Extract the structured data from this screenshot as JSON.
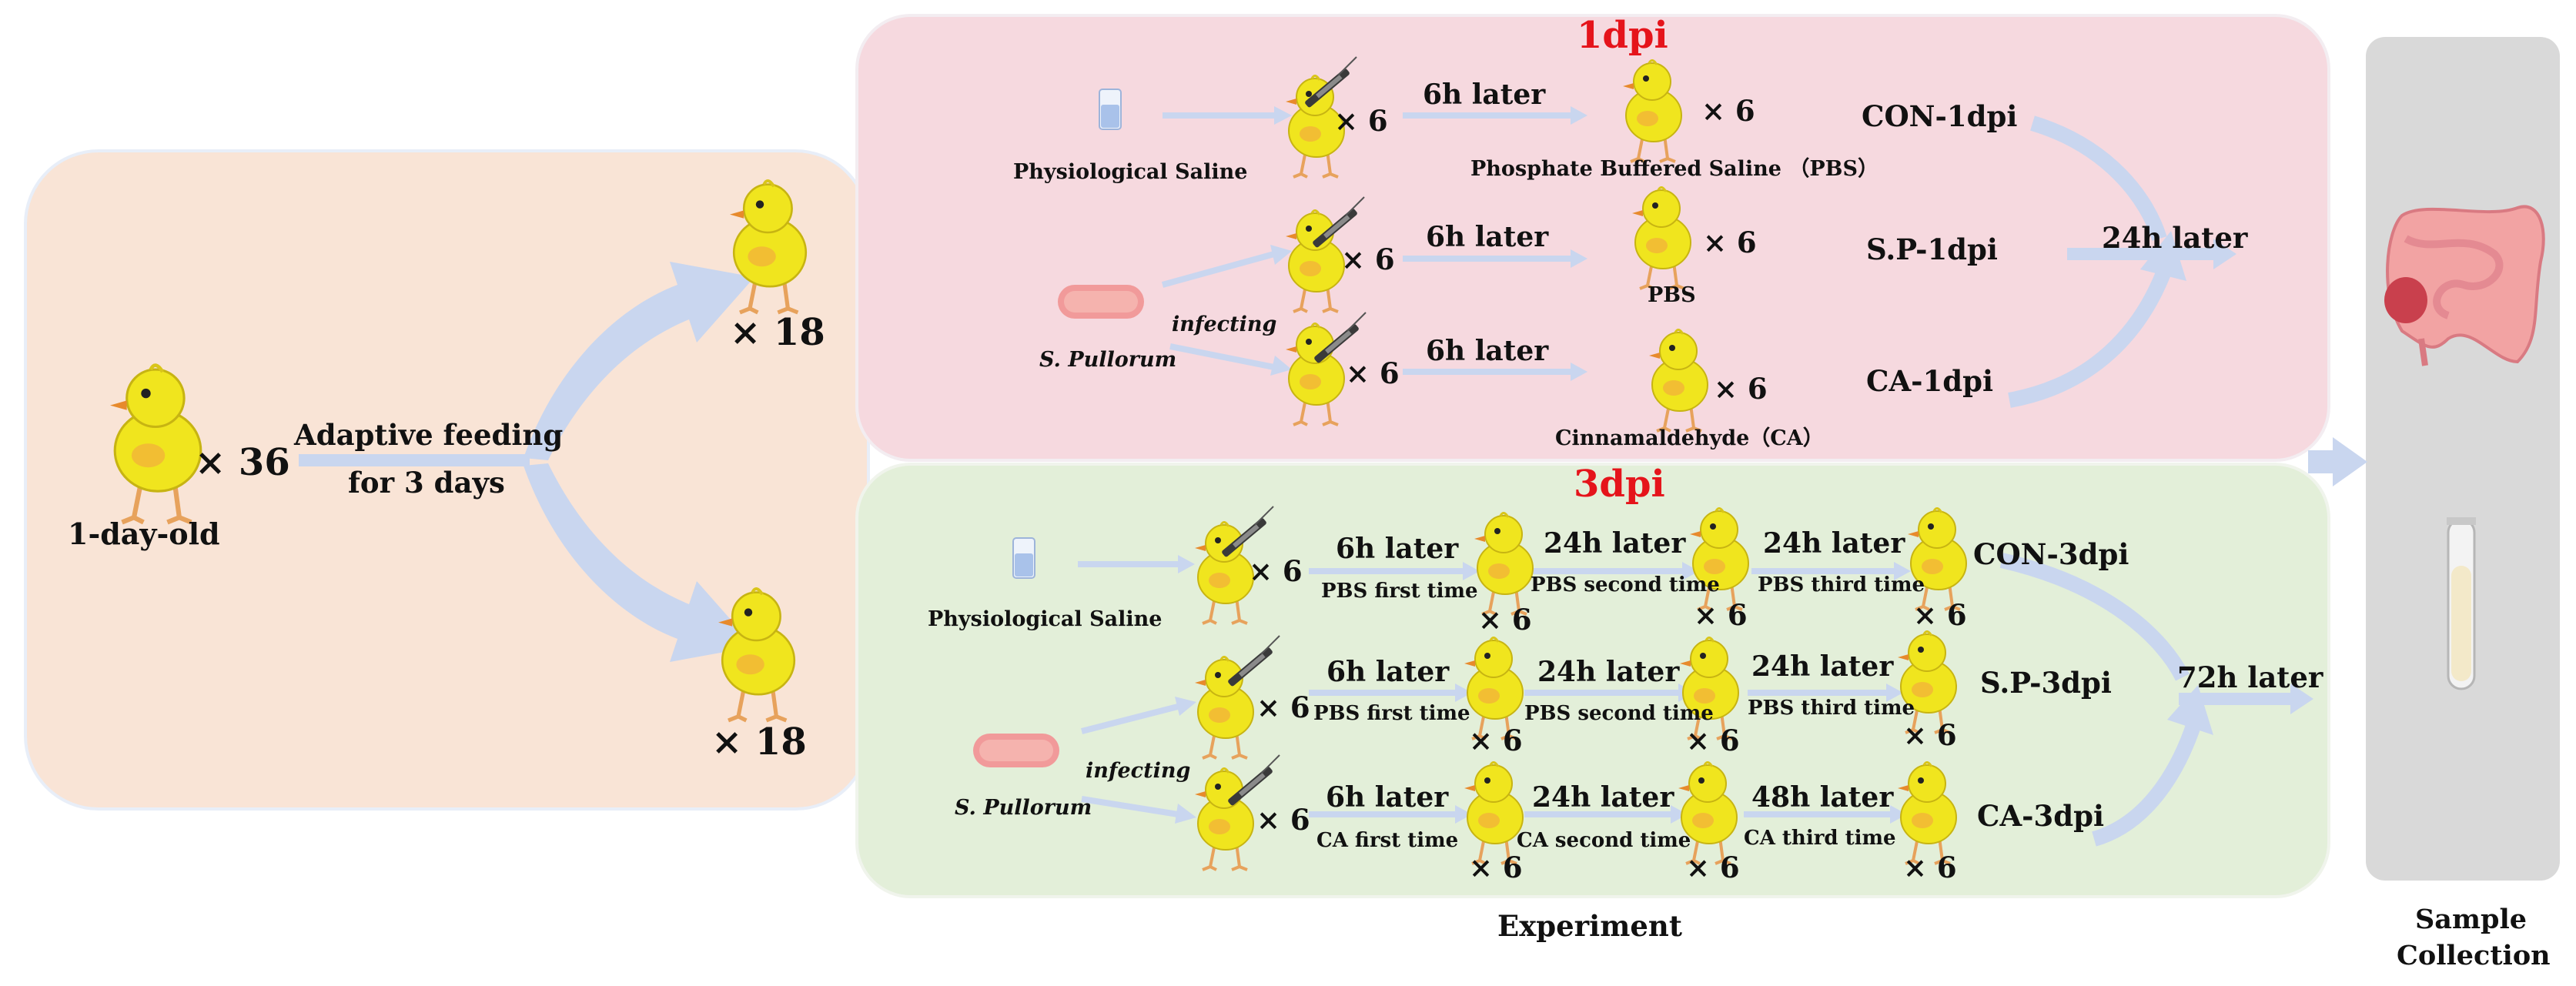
{
  "colors": {
    "left_panel": "#f9e4d6",
    "top_panel": "#f6d9df",
    "bottom_panel": "#e3efd9",
    "right_panel": "#d9d9d9",
    "arrow": "#c9d6ef",
    "title_red": "#e5141b",
    "chick_body": "#f0e51e"
  },
  "left": {
    "count_all": "× 36",
    "age": "1-day-old",
    "feeding_line1": "Adaptive feeding",
    "feeding_line2": "for 3 days",
    "count_top": "× 18",
    "count_bottom": "× 18"
  },
  "top": {
    "title": "1dpi",
    "saline": "Physiological Saline",
    "pathogen": "S. Pullorum",
    "infecting": "infecting",
    "times": [
      "6h later",
      "6h later",
      "6h later"
    ],
    "counts": [
      "× 6",
      "× 6",
      "× 6",
      "× 6",
      "× 6",
      "× 6"
    ],
    "treat_labels": [
      "Phosphate Buffered Saline （PBS）",
      "PBS",
      "Cinnamaldehyde（CA）"
    ],
    "groups": [
      "CON-1dpi",
      "S.P-1dpi",
      "CA-1dpi"
    ],
    "final_time": "24h later"
  },
  "bottom": {
    "title": "3dpi",
    "saline": "Physiological Saline",
    "pathogen": "S. Pullorum",
    "infecting": "infecting",
    "rows": [
      {
        "steps": [
          "6h later",
          "24h later",
          "24h later"
        ],
        "subs": [
          "PBS   first time",
          "PBS second time",
          "PBS third time"
        ],
        "group": "CON-3dpi"
      },
      {
        "steps": [
          "6h later",
          "24h later",
          "24h later"
        ],
        "subs": [
          "PBS   first time",
          "PBS second time",
          "PBS third time"
        ],
        "group": "S.P-3dpi"
      },
      {
        "steps": [
          "6h later",
          "24h later",
          "48h later"
        ],
        "subs": [
          "CA   first time",
          "CA   second time",
          "CA third time"
        ],
        "group": "CA-3dpi"
      }
    ],
    "count": "× 6",
    "final_time": "72h later"
  },
  "footer": {
    "experiment": "Experiment",
    "sample_line1": "Sample",
    "sample_line2": "Collection"
  },
  "icons": [
    "chick-icon",
    "syringe-icon",
    "beaker-icon",
    "bacteria-icon",
    "intestine-icon",
    "test-tube-icon"
  ]
}
